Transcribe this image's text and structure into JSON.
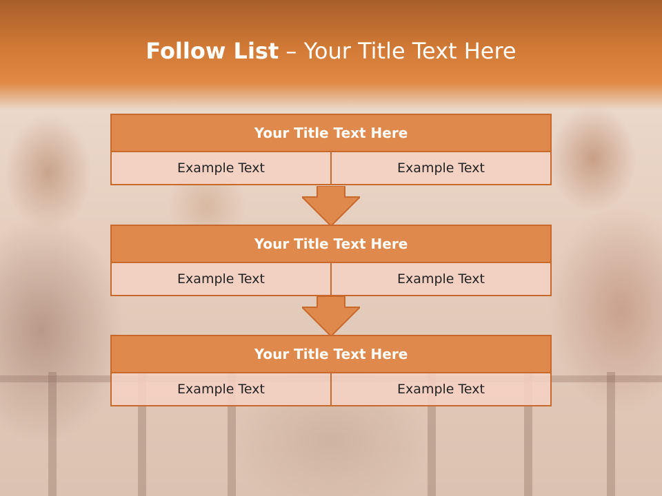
{
  "slide": {
    "title_bold": "Follow List",
    "title_separator": " – ",
    "title_rest": "Your Title Text Here"
  },
  "blocks": [
    {
      "title": "Your Title Text Here",
      "left": "Example Text",
      "right": "Example Text"
    },
    {
      "title": "Your Title Text Here",
      "left": "Example Text",
      "right": "Example Text"
    },
    {
      "title": "Your Title Text Here",
      "left": "Example Text",
      "right": "Example Text"
    }
  ],
  "colors": {
    "header": "#d27a36",
    "block_title": "#df8a4c",
    "block_border": "#c8692c",
    "cell_fill": "#f5d2c3"
  }
}
